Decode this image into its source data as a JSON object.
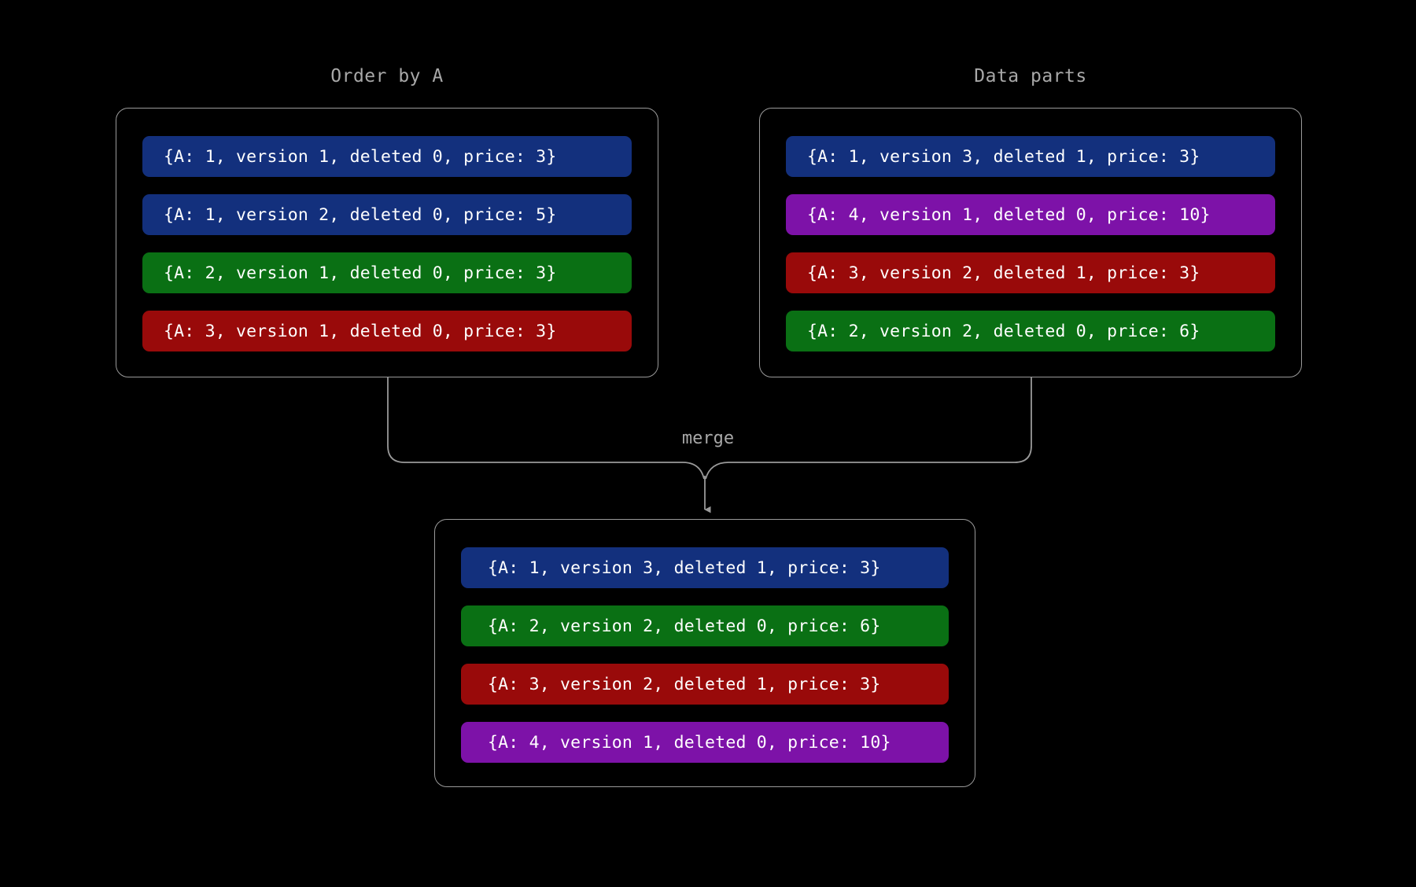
{
  "diagram": {
    "background": "#000000",
    "line_color": "#9a9a9a",
    "label_color": "#a8a8a8",
    "merge_label": "merge"
  },
  "palette": {
    "blue": "#13307d",
    "green": "#0a7014",
    "red": "#990a0a",
    "purple": "#7d12a8"
  },
  "panels": {
    "left": {
      "title": "Order by A",
      "rows": [
        {
          "text": "{A: 1, version 1, deleted 0, price: 3}",
          "color": "blue"
        },
        {
          "text": "{A: 1, version 2, deleted 0, price: 5}",
          "color": "blue"
        },
        {
          "text": "{A: 2, version 1, deleted 0, price: 3}",
          "color": "green"
        },
        {
          "text": "{A: 3, version 1, deleted 0, price: 3}",
          "color": "red"
        }
      ]
    },
    "right": {
      "title": "Data parts",
      "rows": [
        {
          "text": "{A: 1, version 3, deleted 1, price: 3}",
          "color": "blue"
        },
        {
          "text": "{A: 4, version 1, deleted 0, price: 10}",
          "color": "purple"
        },
        {
          "text": "{A: 3, version 2, deleted 1, price: 3}",
          "color": "red"
        },
        {
          "text": "{A: 2, version 2, deleted 0, price: 6}",
          "color": "green"
        }
      ]
    },
    "merged": {
      "title": "",
      "rows": [
        {
          "text": "{A: 1, version 3, deleted 1, price: 3}",
          "color": "blue"
        },
        {
          "text": "{A: 2, version 2, deleted 0, price: 6}",
          "color": "green"
        },
        {
          "text": "{A: 3, version 2, deleted 1, price: 3}",
          "color": "red"
        },
        {
          "text": "{A: 4, version 1, deleted 0, price: 10}",
          "color": "purple"
        }
      ]
    }
  }
}
